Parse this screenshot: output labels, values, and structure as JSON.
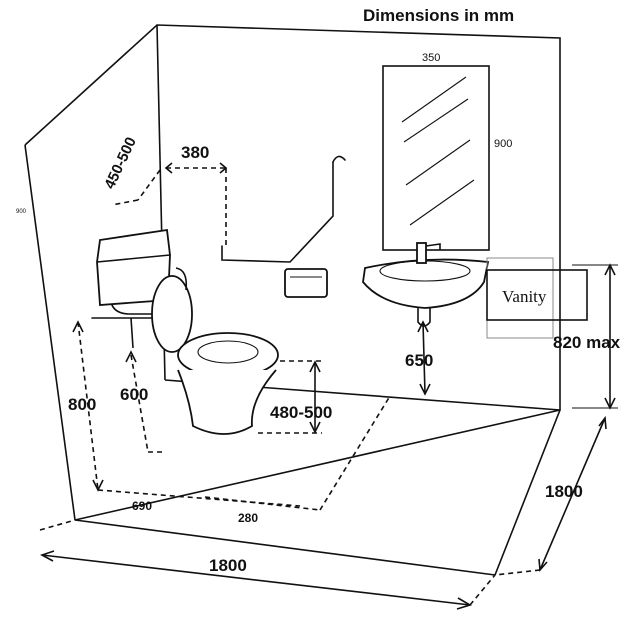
{
  "title": "Dimensions in mm",
  "dimensions": {
    "room_width": "1800",
    "room_depth": "1800",
    "mirror_width": "350",
    "mirror_height": "900",
    "rail_offset": "380",
    "rail_height": "450-500",
    "rail_to_floor": "800",
    "cistern_grab_height": "600",
    "wc_seat_height": "480-500",
    "basin_clearance": "650",
    "vanity_height": "820 max",
    "wc_floor_depth": "690",
    "wc_floor_offset": "280",
    "wall_edge_mark": "900"
  },
  "vanity_label": "Vanity",
  "colors": {
    "ink": "#111111",
    "background": "#ffffff",
    "guide": "#888888"
  },
  "icons": [
    "toilet-icon",
    "basin-icon",
    "grab-rail-icon",
    "toilet-roll-holder-icon",
    "mirror-icon"
  ]
}
